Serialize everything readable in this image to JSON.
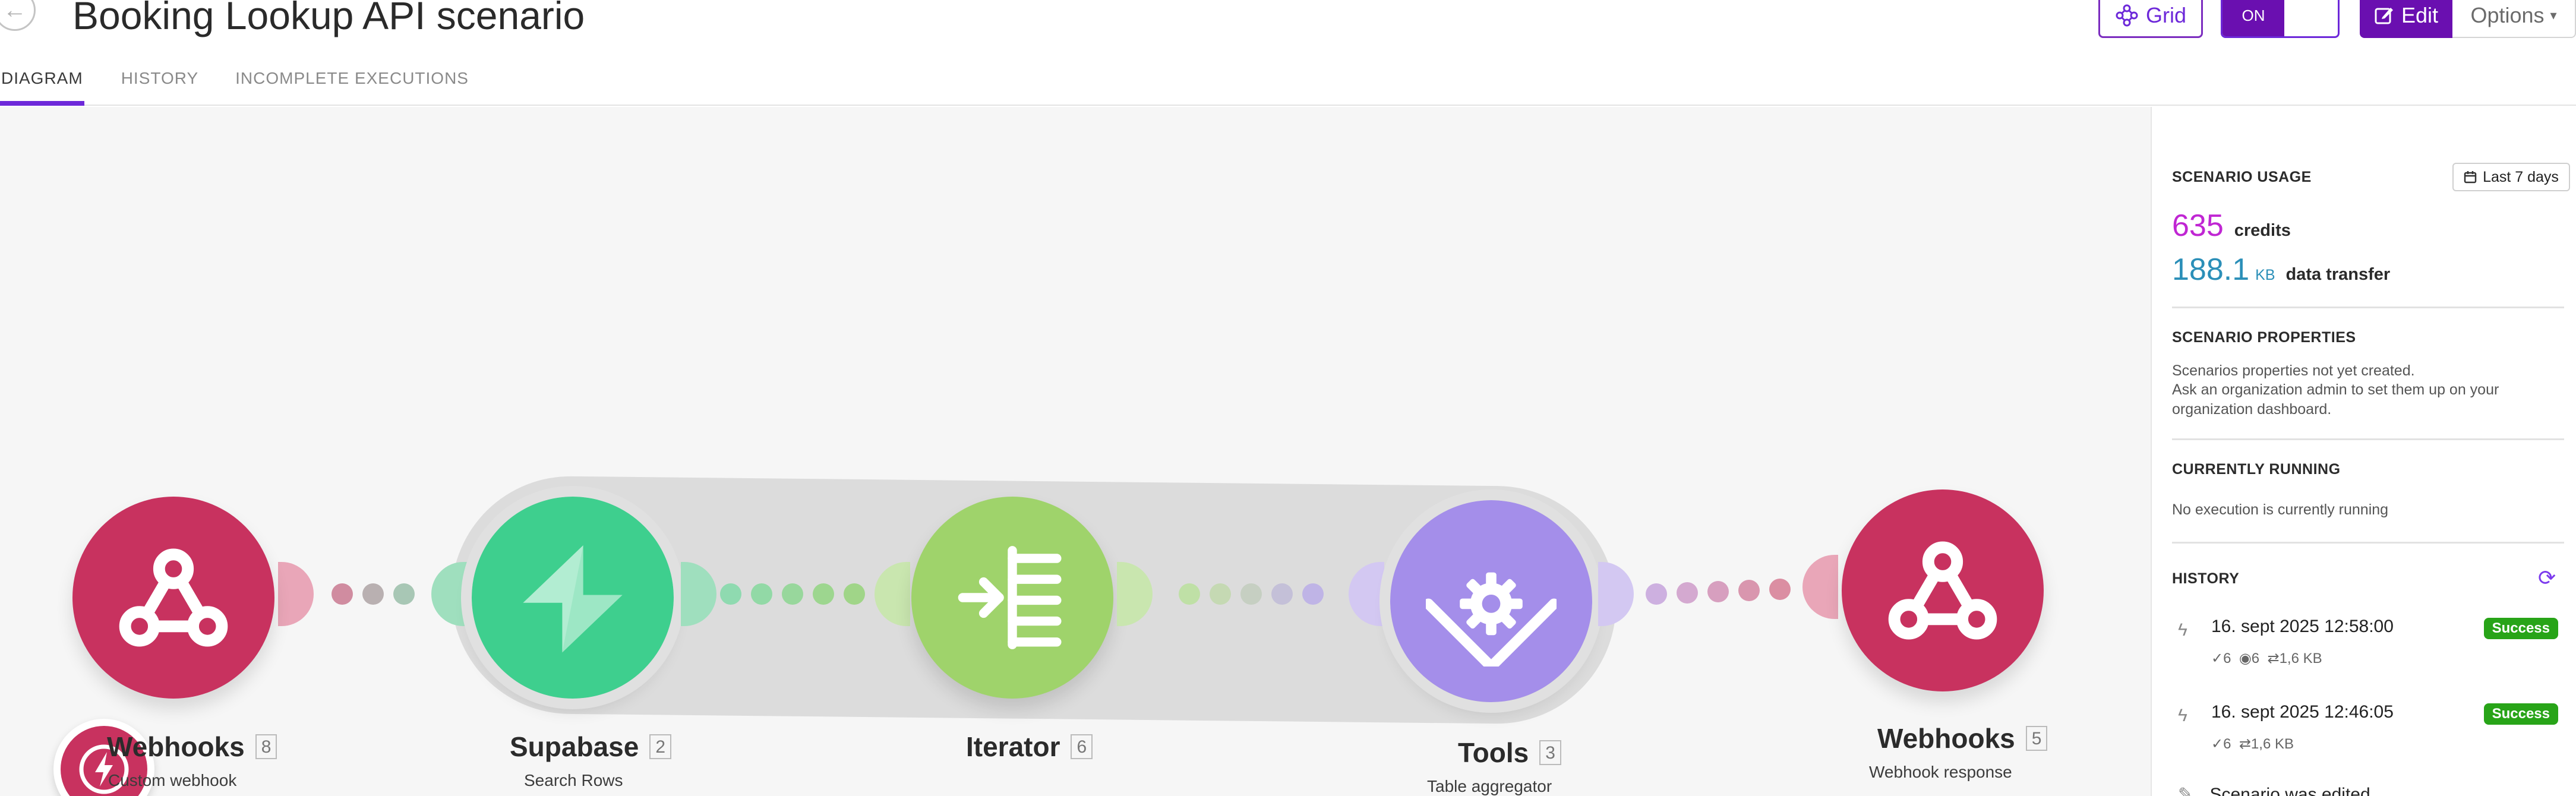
{
  "header": {
    "title": "Booking Lookup API scenario",
    "back_icon": "arrow-left-icon",
    "grid_label": "Grid",
    "toggle_state": "ON",
    "edit_label": "Edit",
    "options_label": "Options"
  },
  "tabs": [
    "DIAGRAM",
    "HISTORY",
    "INCOMPLETE EXECUTIONS"
  ],
  "modules": [
    {
      "name": "Webhooks",
      "number": "8",
      "subtitle": "Custom webhook",
      "color": "#c8325f",
      "icon": "webhook-icon"
    },
    {
      "name": "Supabase",
      "number": "2",
      "subtitle": "Search Rows",
      "color": "#3ecf8e",
      "icon": "supabase-icon"
    },
    {
      "name": "Iterator",
      "number": "6",
      "subtitle": "",
      "color": "#9fd36b",
      "icon": "iterator-icon"
    },
    {
      "name": "Tools",
      "number": "3",
      "subtitle": "Table aggregator",
      "color": "#a48eea",
      "icon": "tools-icon"
    },
    {
      "name": "Webhooks",
      "number": "5",
      "subtitle": "Webhook response",
      "color": "#c8325f",
      "icon": "webhook-icon"
    }
  ],
  "panel": {
    "usage": {
      "heading": "SCENARIO USAGE",
      "period_label": "Last 7 days",
      "credits_value": "635",
      "credits_label": "credits",
      "transfer_value": "188.1",
      "transfer_unit": "KB",
      "transfer_label": "data transfer",
      "credits_color": "#c026d3",
      "transfer_color": "#2b8fb8"
    },
    "properties": {
      "heading": "SCENARIO PROPERTIES",
      "line1": "Scenarios properties not yet created.",
      "line2": "Ask an organization admin to set them up on your organization dashboard."
    },
    "running": {
      "heading": "CURRENTLY RUNNING",
      "text": "No execution is currently running"
    },
    "history": {
      "heading": "HISTORY",
      "refresh_icon": "refresh-icon",
      "items": [
        {
          "date": "16. sept 2025 12:58:00",
          "status": "Success",
          "ops": "6",
          "views": "6",
          "transfer": "1,6 KB"
        },
        {
          "date": "16. sept 2025 12:46:05",
          "status": "Success",
          "ops": "6",
          "transfer": "1,6 KB"
        }
      ],
      "edited_text": "Scenario was edited"
    }
  }
}
